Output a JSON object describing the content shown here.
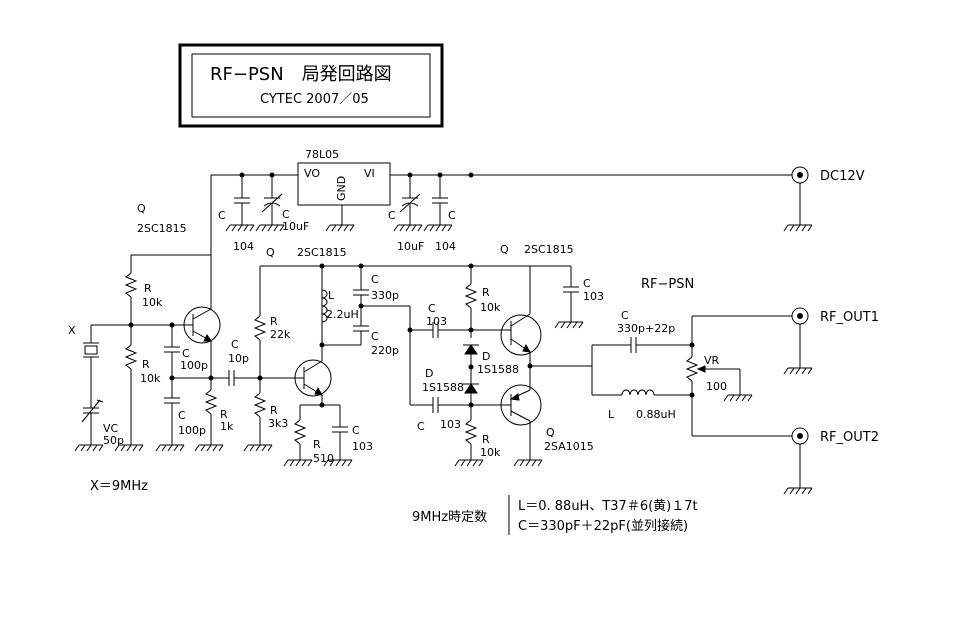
{
  "title": {
    "main": "RF−PSN　局発回路図",
    "sub": "CYTEC  2007／05"
  },
  "regulator": {
    "part": "78L05",
    "vo": "VO",
    "vi": "VI",
    "gnd": "GND"
  },
  "power": {
    "label": "DC12V"
  },
  "outputs": {
    "out1": "RF_OUT1",
    "out2": "RF_OUT2",
    "block": "RF−PSN"
  },
  "labels": {
    "c": "C",
    "r": "R",
    "q": "Q",
    "d": "D",
    "l": "L",
    "x": "X",
    "vc": "VC",
    "vr": "VR"
  },
  "values": {
    "c104": "104",
    "c10uf": "10uF",
    "q1_part": "2SC1815",
    "q2_part": "2SC1815",
    "q3_part": "2SC1815",
    "q4_part": "2SA1015",
    "r10k": "10k",
    "r22k": "22k",
    "r1k": "1k",
    "r3k3": "3k3",
    "r510": "510",
    "c100p": "100p",
    "c10p": "10p",
    "c330p": "330p",
    "c220p": "220p",
    "c103": "103",
    "l22": "2.2uH",
    "vc50p": "50p",
    "d1s1588": "1S1588",
    "c330p22p": "330p+22p",
    "l088": "0.88uH",
    "vr100": "100"
  },
  "crystal": {
    "freq": "X＝9MHz"
  },
  "constants": {
    "label": "9MHz時定数",
    "line1": "L＝0. 88uH、T37＃6(黄)１7t",
    "line2": "C＝330pF＋22pF(並列接続)"
  }
}
